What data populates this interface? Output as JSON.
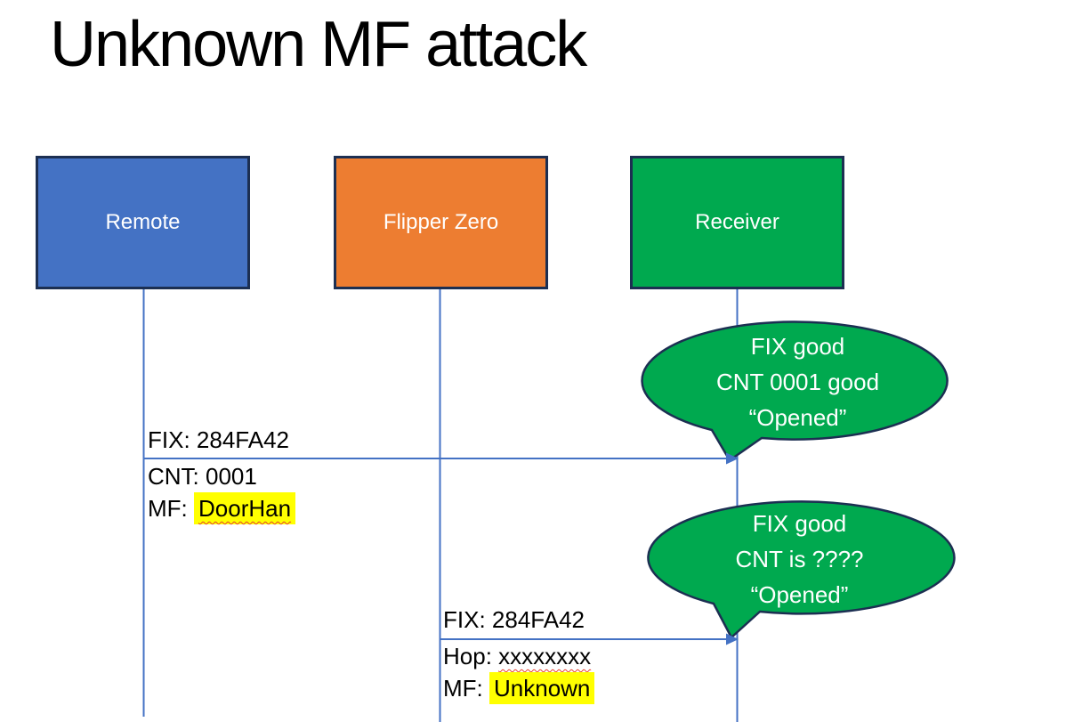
{
  "title": "Unknown MF attack",
  "actors": [
    {
      "label": "Remote",
      "fill": "#4472C4"
    },
    {
      "label": "Flipper Zero",
      "fill": "#ED7D31"
    },
    {
      "label": "Receiver",
      "fill": "#00A94F"
    }
  ],
  "messages": [
    {
      "above": "FIX: 284FA42",
      "line2_prefix": "CNT: ",
      "line2_value": "0001",
      "line3_prefix": "MF: ",
      "line3_value": "DoorHan"
    },
    {
      "above": "FIX: 284FA42",
      "line2_prefix": "Hop: ",
      "line2_value": "xxxxxxxx",
      "line3_prefix": "MF: ",
      "line3_value": "Unknown"
    }
  ],
  "callouts": [
    {
      "lines": [
        "FIX good",
        "CNT 0001 good",
        "“Opened”"
      ]
    },
    {
      "lines": [
        "FIX good",
        "CNT is ????",
        "“Opened”"
      ]
    }
  ],
  "colors": {
    "accent_blue": "#4472C4",
    "accent_orange": "#ED7D31",
    "accent_green": "#00A94F",
    "shape_border": "#1C2F52",
    "connector_blue": "#4472C4",
    "highlight_yellow": "#FFFF00",
    "squiggle_red": "#E53E2E"
  }
}
